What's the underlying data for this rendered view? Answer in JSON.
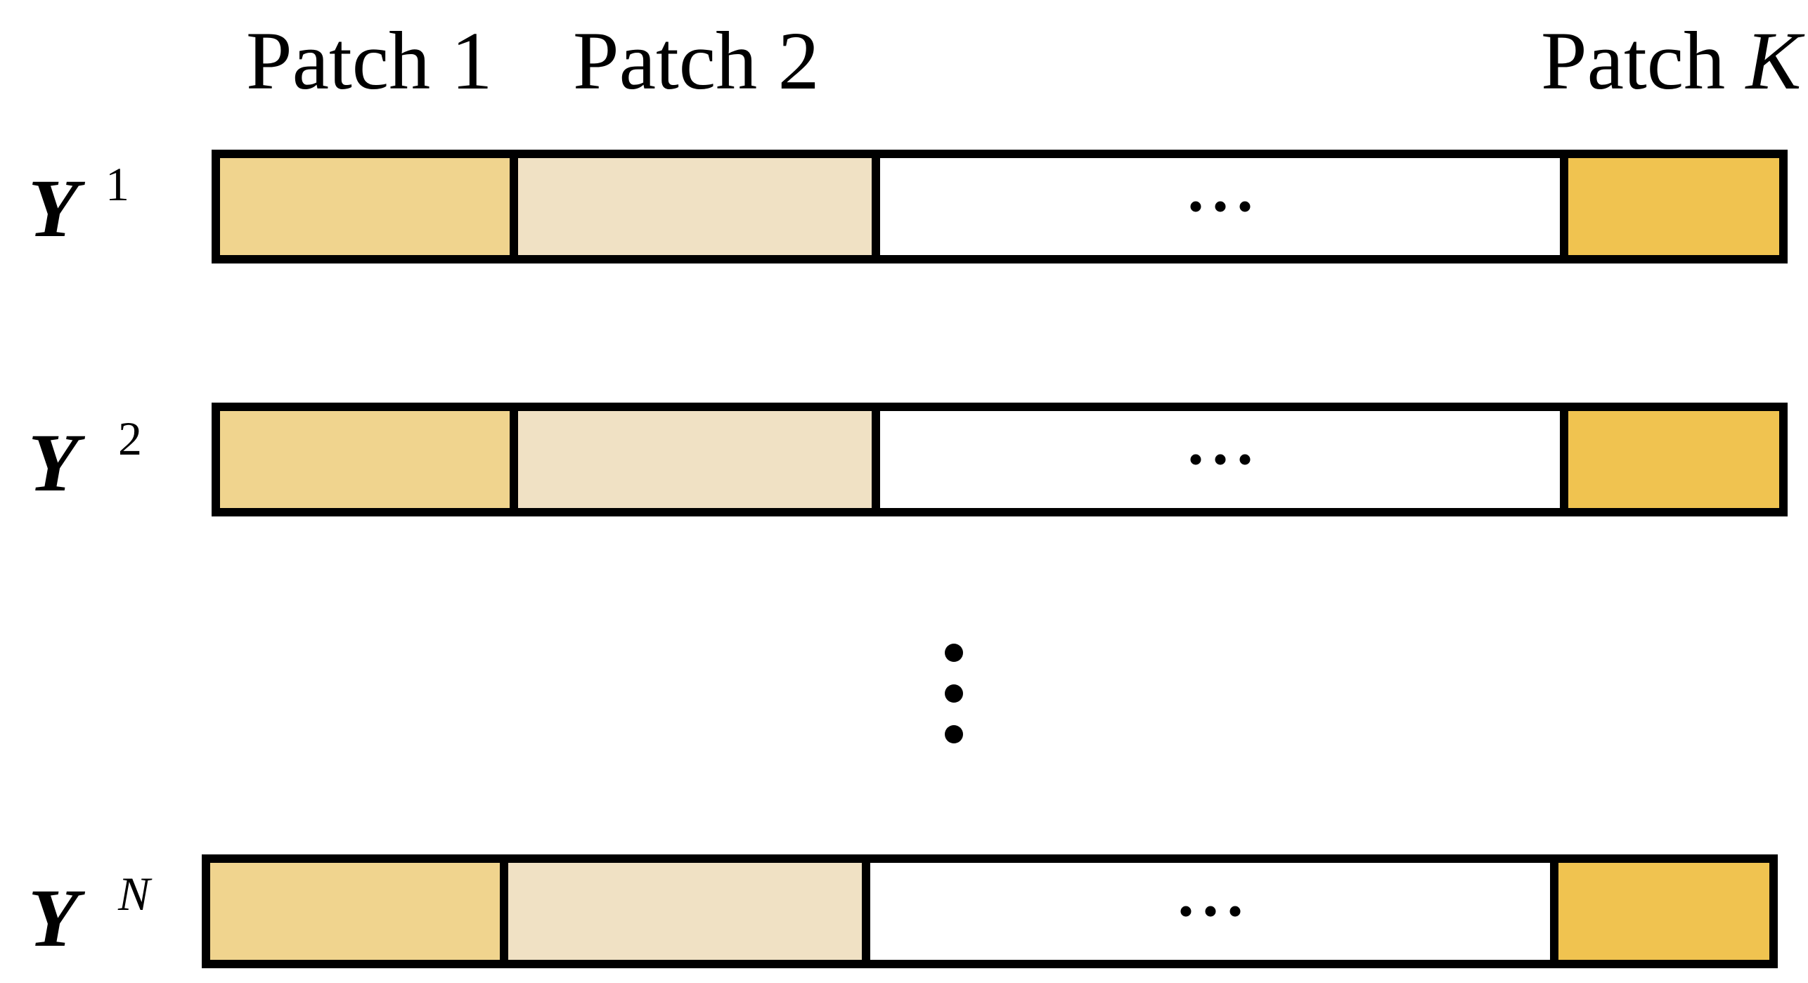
{
  "headers": {
    "patch1": "Patch 1",
    "patch2": "Patch 2",
    "patchk_prefix": "Patch ",
    "patchk_var": "K"
  },
  "rows": [
    {
      "symbol": "Y",
      "superscript": "1"
    },
    {
      "symbol": "Y",
      "superscript": "2"
    },
    {
      "symbol": "Y",
      "superscript": "N"
    }
  ],
  "colors": {
    "patch1": "#F0D48E",
    "patch2": "#F0E1C4",
    "middle": "#FFFFFF",
    "patchk": "#F0C350",
    "border": "#000000"
  },
  "icons": {
    "horizontal_ellipsis": "ellipsis-icon",
    "vertical_ellipsis": "vertical-ellipsis-icon"
  }
}
